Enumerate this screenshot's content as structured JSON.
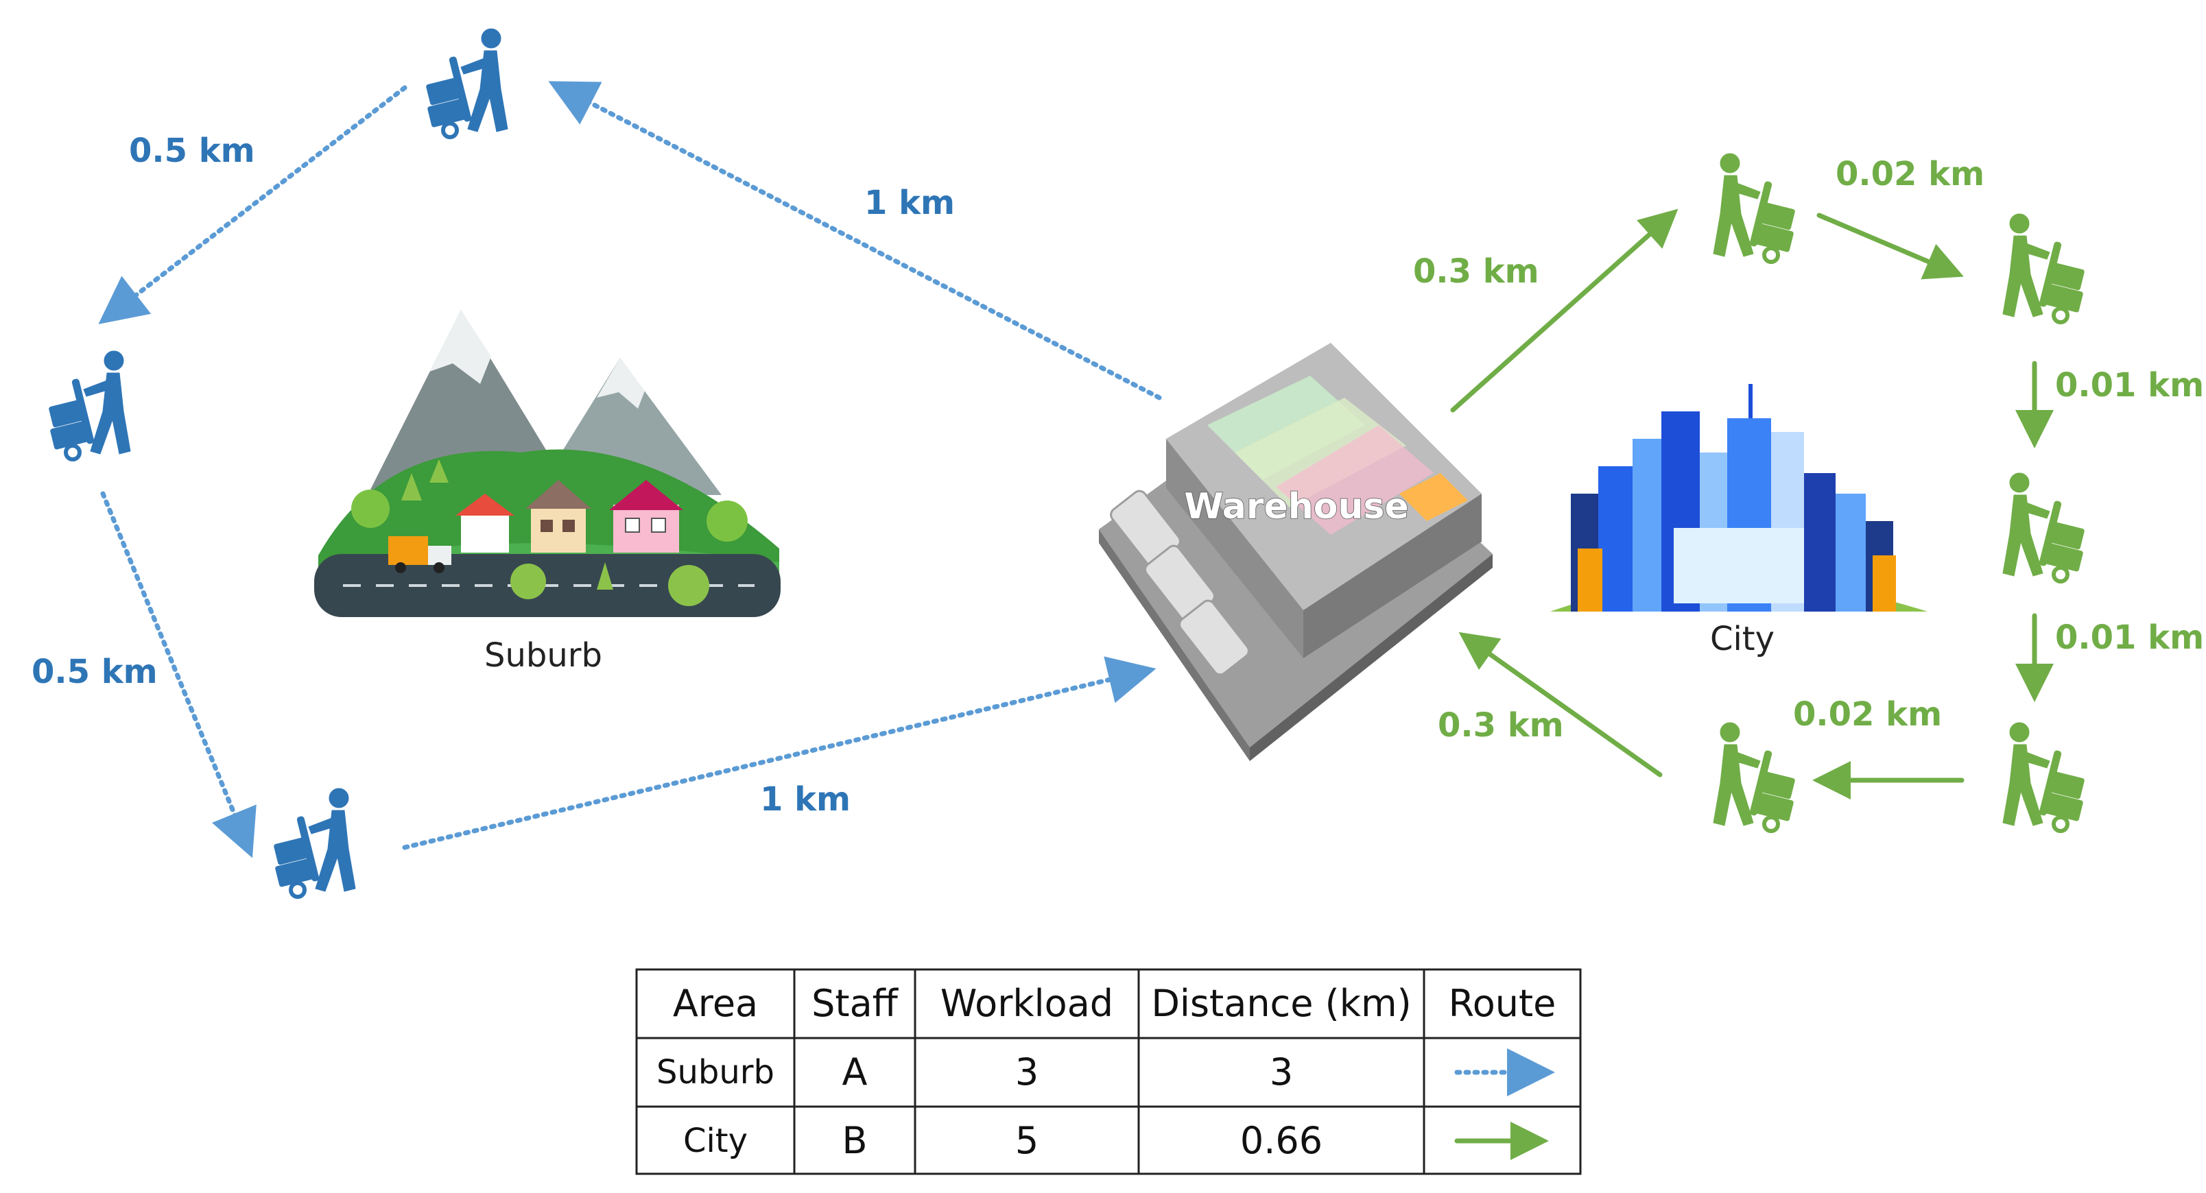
{
  "labels": {
    "warehouse": "Warehouse",
    "suburb": "Suburb",
    "city": "City"
  },
  "suburb_route": {
    "color": "#2e75b6",
    "style": "dotted",
    "distances": [
      "1 km",
      "0.5 km",
      "0.5 km",
      "1 km"
    ]
  },
  "city_route": {
    "color": "#70ad47",
    "style": "solid",
    "distances": [
      "0.3 km",
      "0.02 km",
      "0.01 km",
      "0.01 km",
      "0.02 km",
      "0.3 km"
    ]
  },
  "table": {
    "headers": [
      "Area",
      "Staff",
      "Workload",
      "Distance (km)",
      "Route"
    ],
    "rows": [
      {
        "area": "Suburb",
        "staff": "A",
        "workload": "3",
        "distance": "3",
        "route": "dotted-blue-arrow"
      },
      {
        "area": "City",
        "staff": "B",
        "workload": "5",
        "distance": "0.66",
        "route": "solid-green-arrow"
      }
    ]
  }
}
